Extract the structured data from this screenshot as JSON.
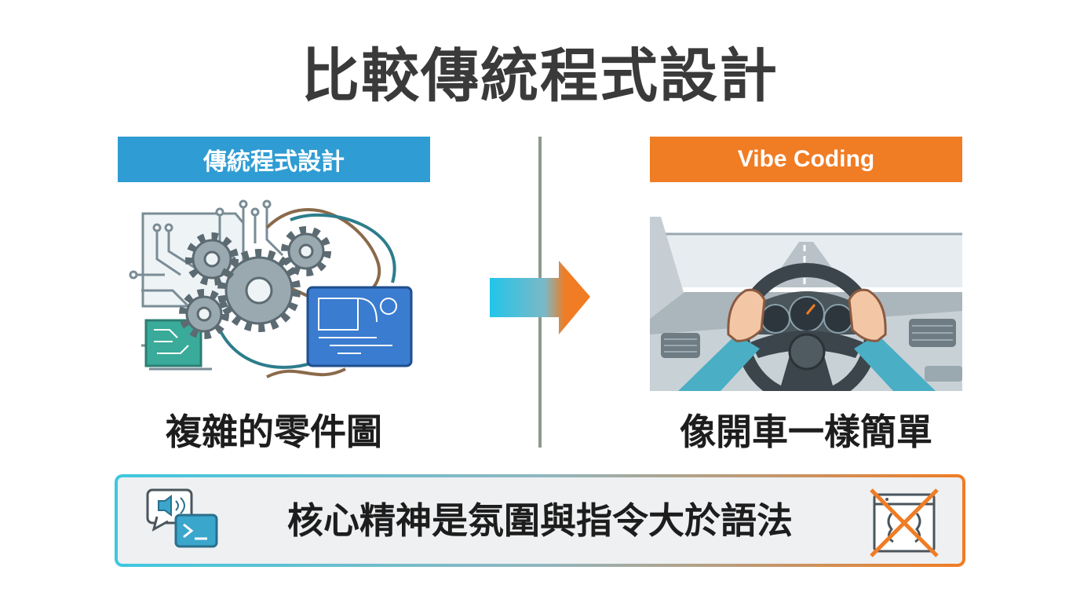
{
  "title": "比較傳統程式設計",
  "left": {
    "header": "傳統程式設計",
    "caption": "複雜的零件圖",
    "illustration_icon": "gears-circuit-blueprint-icon",
    "color": "#2f9cd3"
  },
  "right": {
    "header": "Vibe Coding",
    "caption": "像開車一樣簡單",
    "illustration_icon": "car-driving-steering-wheel-icon",
    "color": "#f07c24"
  },
  "arrow": {
    "icon": "gradient-right-arrow-icon",
    "from_color": "#22c5ea",
    "to_color": "#f07c24"
  },
  "banner": {
    "text": "核心精神是氛圍與指令大於語法",
    "left_icons": [
      "speech-bubble-speaker-icon",
      "terminal-prompt-icon"
    ],
    "right_icon": "crossed-out-code-window-icon"
  }
}
